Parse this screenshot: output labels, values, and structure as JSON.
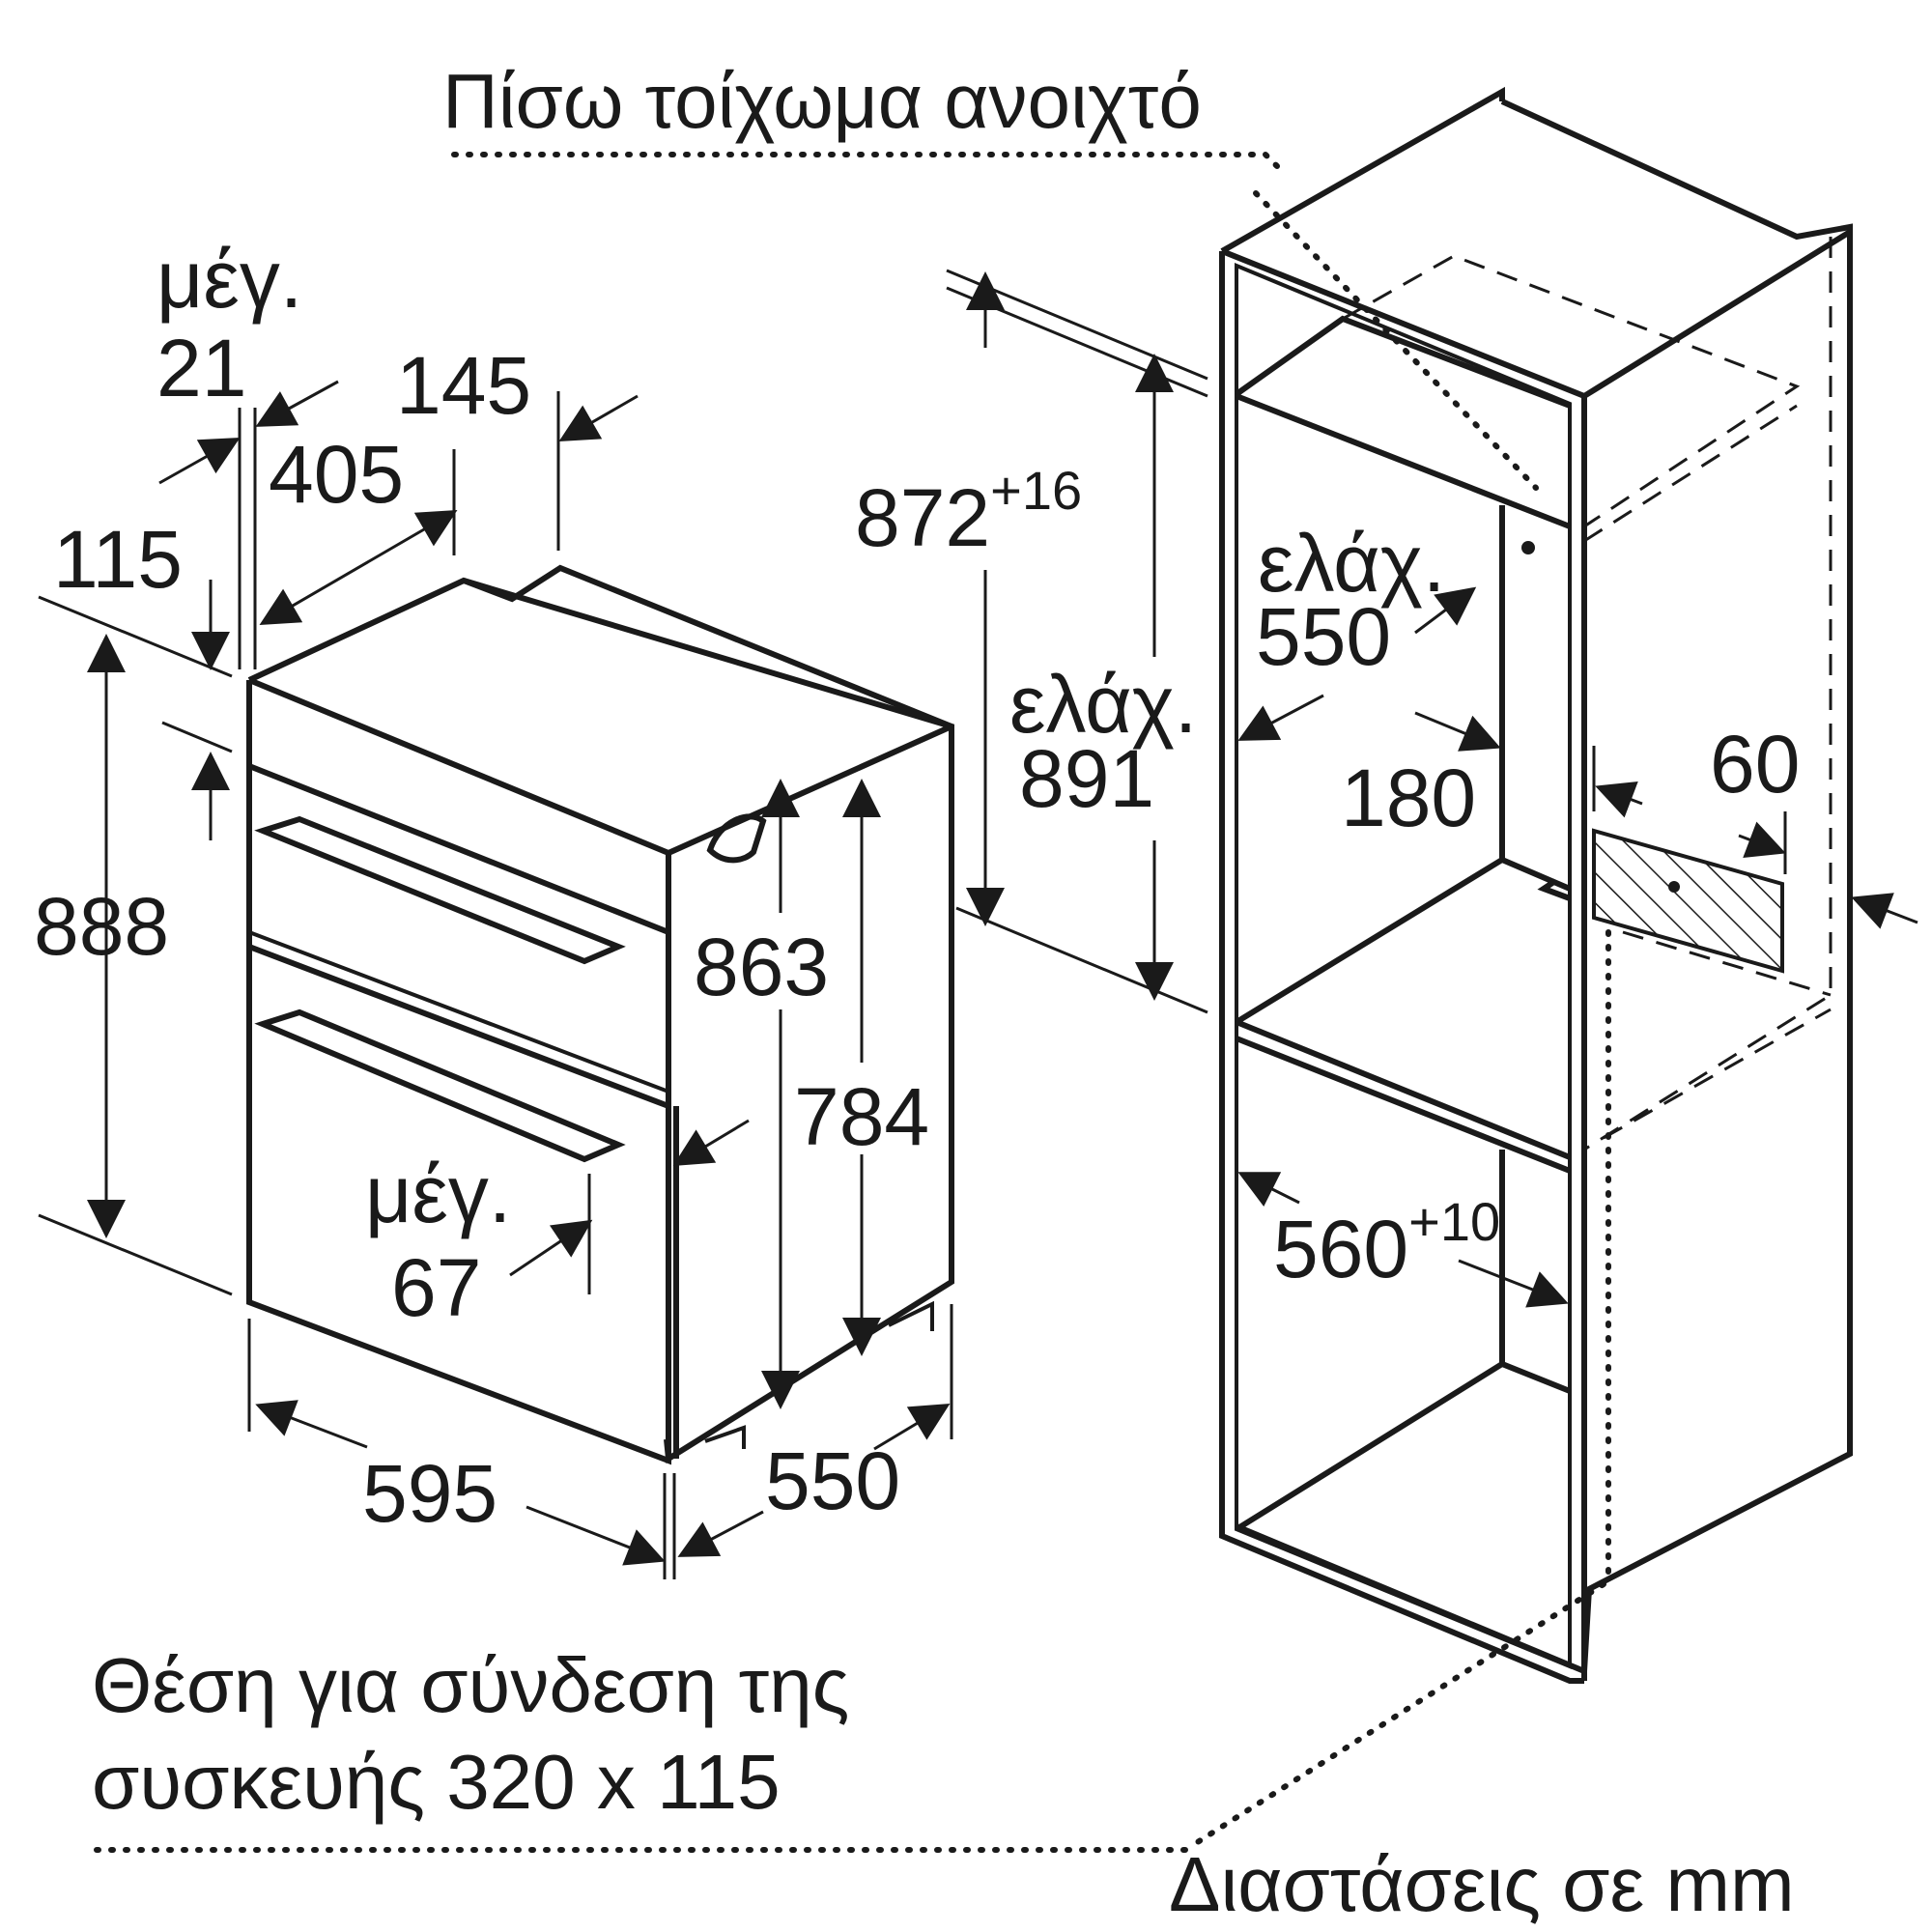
{
  "labels": {
    "rear_wall_open": "Πίσω τοίχωμα ανοιχτό",
    "connection_line1": "Θέση για σύνδεση της",
    "connection_line2": "συσκευής 320 x 115",
    "units_note": "Διαστάσεις σε mm"
  },
  "dimensions": {
    "max_label": "μέγ.",
    "min_label": "ελάχ.",
    "max_21": "21",
    "d145": "145",
    "d405": "405",
    "d115": "115",
    "d888": "888",
    "d863": "863",
    "d784": "784",
    "max_67": "67",
    "d595": "595",
    "d550_depth": "550",
    "niche_872": "872",
    "niche_872_tol": "+16",
    "niche_891": "891",
    "niche_550": "550",
    "d180": "180",
    "d60": "60",
    "niche_560": "560",
    "niche_560_tol": "+10"
  }
}
